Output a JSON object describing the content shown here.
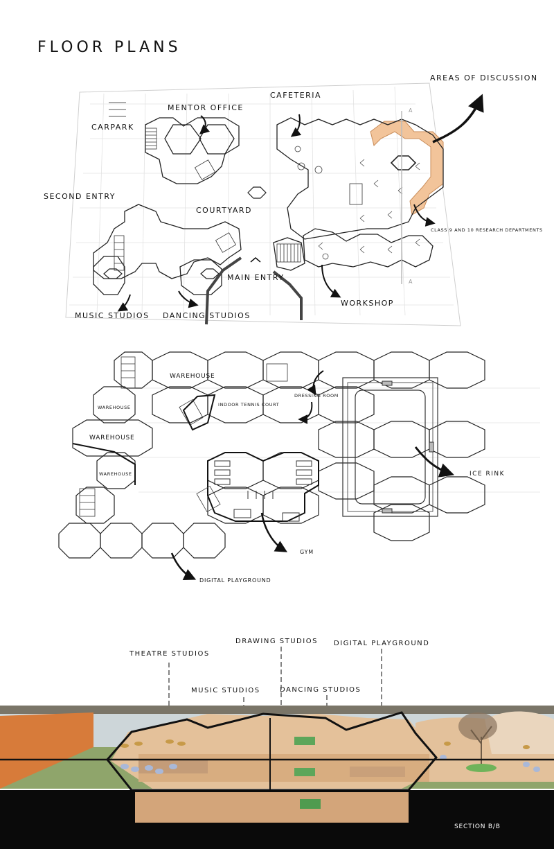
{
  "title": "FLOOR PLANS",
  "ground_floor": {
    "labels": {
      "areas_of_discussion": "AREAS OF DISCUSSION",
      "cafeteria": "CAFETERIA",
      "mentor_office": "MENTOR OFFICE",
      "carpark": "CARPARK",
      "second_entry": "SECOND ENTRY",
      "courtyard": "COURTYARD",
      "class_research": "CLASS 9 AND 10 RESEARCH DEPARTMENTS",
      "main_entry": "MAIN ENTRY",
      "music_studios": "MUSIC STUDIOS",
      "dancing_studios": "DANCING STUDIOS",
      "workshop": "WORKSHOP",
      "section_marker": "A"
    }
  },
  "lower_floor": {
    "labels": {
      "warehouse_top": "WAREHOUSE",
      "warehouse_left_small": "WAREHOUSE",
      "warehouse_left_big": "WAREHOUSE",
      "warehouse_left_low": "WAREHOUSE",
      "indoor_tennis": "INDOOR TENNIS COURT",
      "dressing_room": "DRESSING ROOM",
      "ice_rink": "ICE RINK",
      "gym": "GYM",
      "digital_playground": "DIGITAL PLAYGROUND"
    }
  },
  "section": {
    "labels": {
      "drawing_studios": "DRAWING STUDIOS",
      "digital_playground": "DIGITAL PLAYGROUND",
      "theatre_studios": "THEATRE STUDIOS",
      "music_studios": "MUSIC STUDIOS",
      "dancing_studios": "DANCING STUDIOS",
      "section_title": "SECTION B/B"
    }
  },
  "colors": {
    "discussion_highlight": "#f2c49a",
    "line": "#222222",
    "grid": "#d8d8d8",
    "sky": "#cdd6d9",
    "ground": "#d9b58e",
    "basement": "#0a0a0a"
  }
}
